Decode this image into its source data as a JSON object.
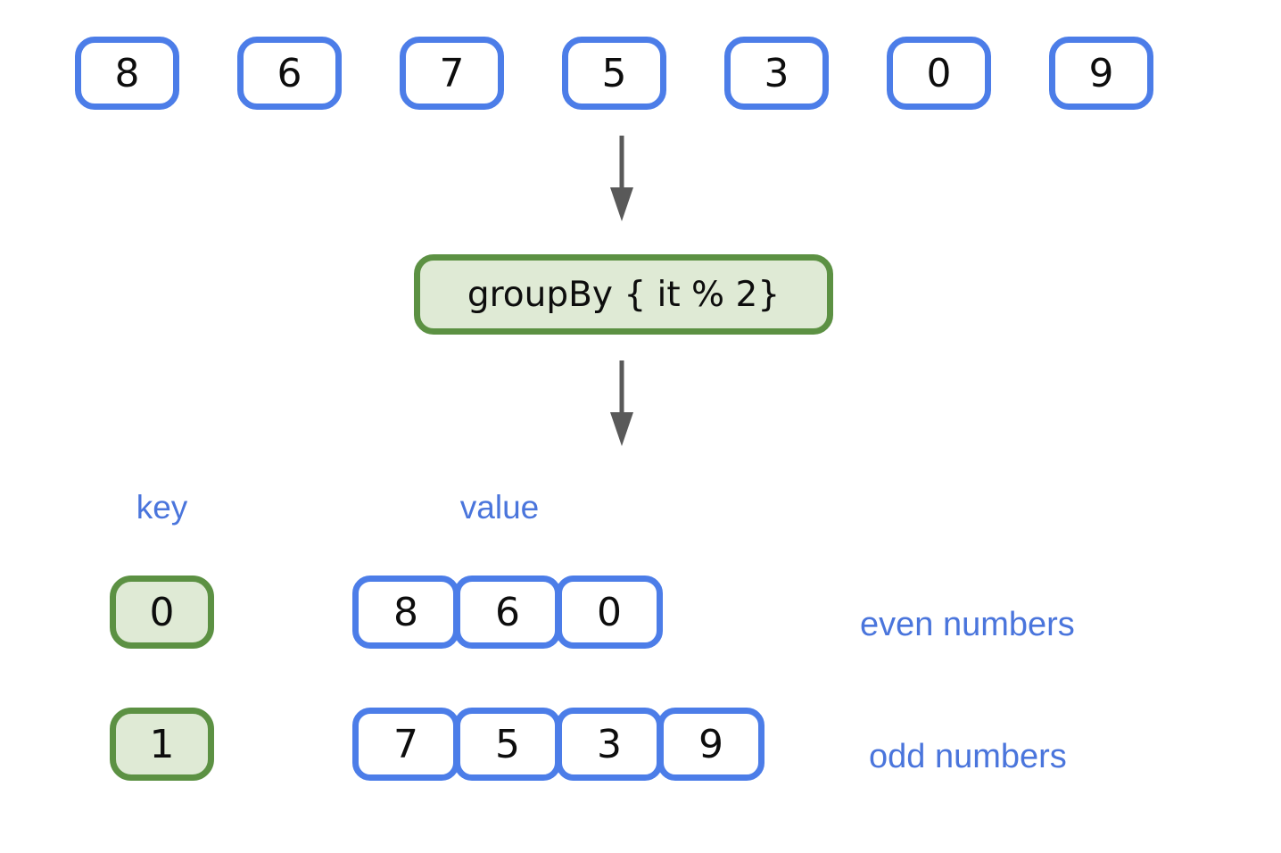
{
  "colors": {
    "blue_border": "#4c7de8",
    "blue_label": "#4a75dc",
    "green_border": "#5c9143",
    "green_fill": "#dfead5",
    "arrow": "#595959",
    "digit": "#0d0d0d",
    "background": "#ffffff"
  },
  "input_row": {
    "numbers": [
      "8",
      "6",
      "7",
      "5",
      "3",
      "0",
      "9"
    ]
  },
  "operation": {
    "label": "groupBy { it % 2}"
  },
  "result": {
    "key_header": "key",
    "value_header": "value",
    "groups": [
      {
        "key": "0",
        "values": [
          "8",
          "6",
          "0"
        ],
        "annotation": "even numbers"
      },
      {
        "key": "1",
        "values": [
          "7",
          "5",
          "3",
          "9"
        ],
        "annotation": "odd numbers"
      }
    ]
  }
}
